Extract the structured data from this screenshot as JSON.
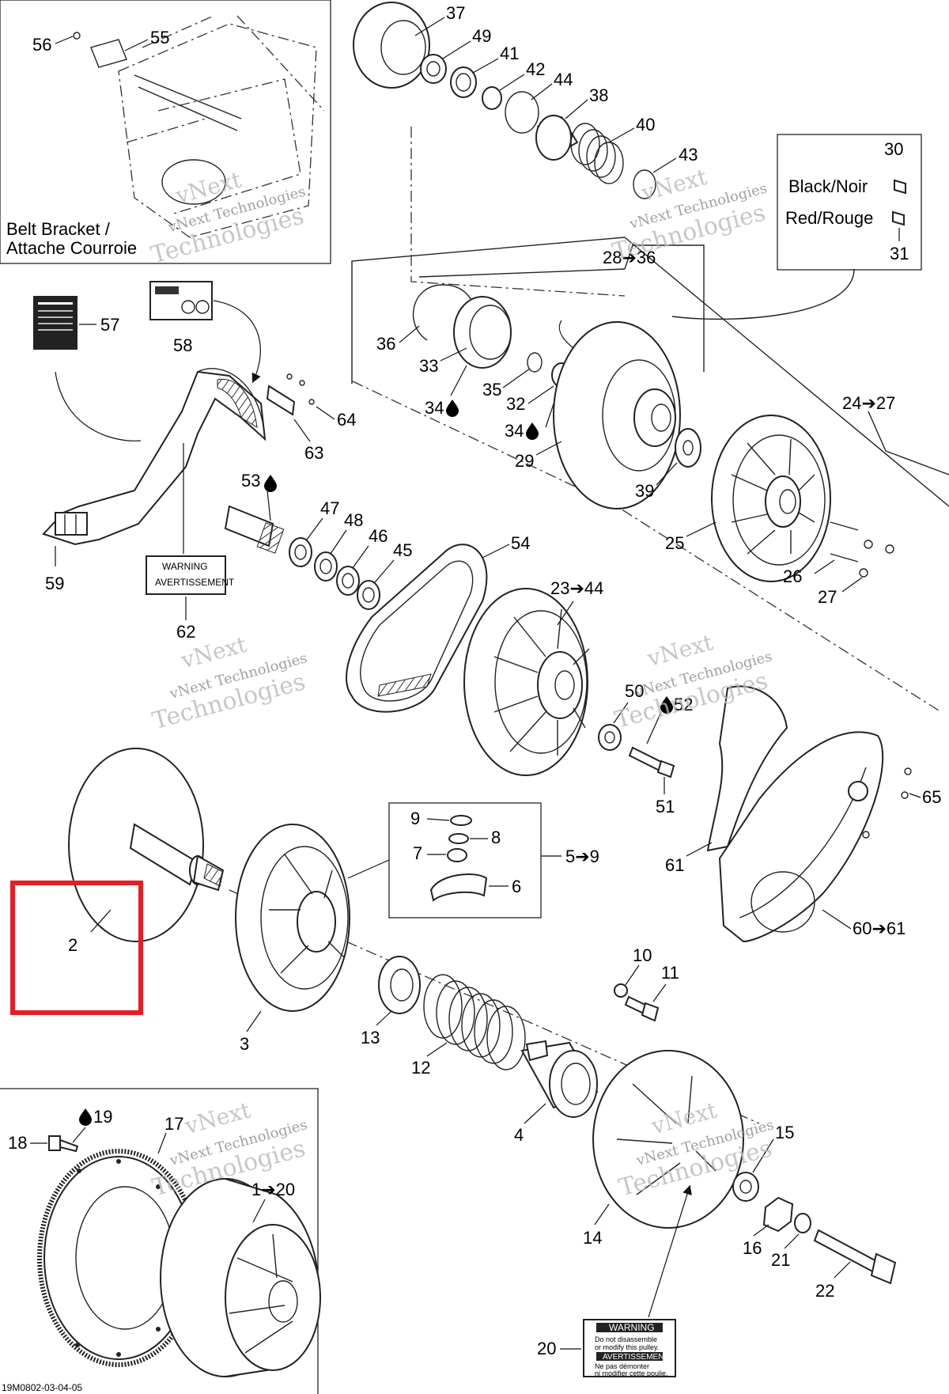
{
  "inset_bracket": {
    "line1": "Belt Bracket /",
    "line2": "Attache Courroie"
  },
  "color_box": {
    "black": "Black/Noir",
    "red": "Red/Rouge"
  },
  "watermark": {
    "l1": "vNext",
    "l2": "vNext Technologies",
    "l3": "Technologies"
  },
  "drawing_code": "19M0802-03-04-05",
  "highlight_color": "#e41e26",
  "callouts": {
    "c1_20": "1➔20",
    "c2": "2",
    "c3": "3",
    "c4": "4",
    "c5_9": "5➔9",
    "c6": "6",
    "c7": "7",
    "c8": "8",
    "c9": "9",
    "c10": "10",
    "c11": "11",
    "c12": "12",
    "c13": "13",
    "c14": "14",
    "c15": "15",
    "c16": "16",
    "c17": "17",
    "c18": "18",
    "c19": "19",
    "c20": "20",
    "c21": "21",
    "c22": "22",
    "c23_44": "23➔44",
    "c24_27": "24➔27",
    "c25": "25",
    "c26": "26",
    "c27": "27",
    "c28_36": "28➔36",
    "c29": "29",
    "c30": "30",
    "c31": "31",
    "c32": "32",
    "c33": "33",
    "c34a": "34",
    "c34b": "34",
    "c35": "35",
    "c36": "36",
    "c37": "37",
    "c38": "38",
    "c39": "39",
    "c40": "40",
    "c41": "41",
    "c42": "42",
    "c43": "43",
    "c44": "44",
    "c45": "45",
    "c46": "46",
    "c47": "47",
    "c48": "48",
    "c49": "49",
    "c50": "50",
    "c51": "51",
    "c52": "52",
    "c53": "53",
    "c54": "54",
    "c55": "55",
    "c56": "56",
    "c57": "57",
    "c58": "58",
    "c59": "59",
    "c60_61": "60➔61",
    "c61": "61",
    "c62": "62",
    "c63": "63",
    "c64": "64",
    "c65": "65"
  },
  "decals": {
    "d20": {
      "l1": "WARNING",
      "l2": "Do not disassemble",
      "l3": "or modify this pulley.",
      "l4": "AVERTISSEMENT",
      "l5": "Ne pas démonter",
      "l6": "ni modifier cette poulie."
    },
    "d62": {
      "l1": "WARNING",
      "l2": "AVERTISSEMENT"
    }
  }
}
